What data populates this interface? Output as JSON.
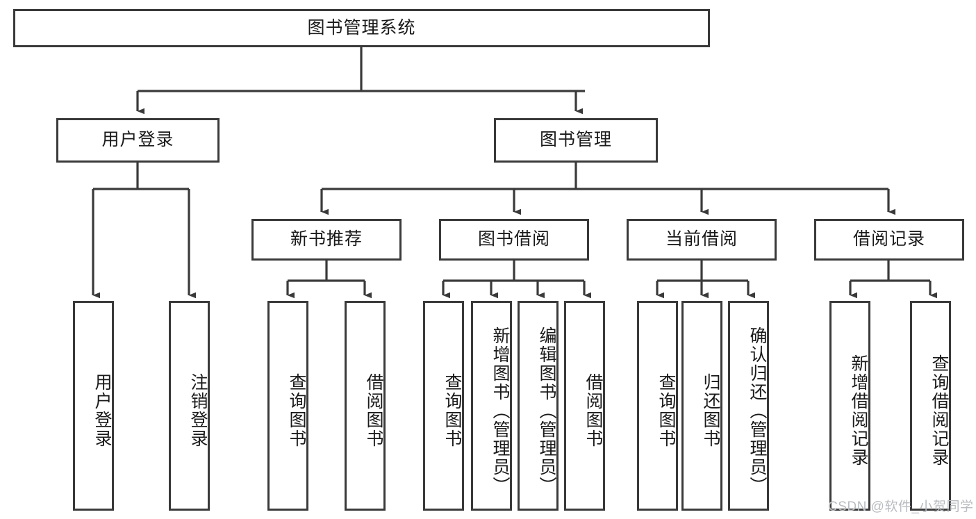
{
  "diagram": {
    "type": "tree-hierarchy-chart",
    "title": "图书管理系统",
    "watermark": "CSDN @软件_小贺同学",
    "colors": {
      "box_border": "#3a3a3a",
      "box_fill": "#ffffff",
      "connector": "#3a3a3a",
      "text": "#1a1a1a",
      "watermark": "#b9bcc0",
      "background": "#ffffff"
    },
    "nodes": {
      "root": {
        "label": "图书管理系统",
        "level": 1,
        "orientation": "horizontal"
      },
      "user_login": {
        "label": "用户登录",
        "level": 2,
        "orientation": "horizontal"
      },
      "book_manage": {
        "label": "图书管理",
        "level": 2,
        "orientation": "horizontal"
      },
      "new_book_rec": {
        "label": "新书推荐",
        "level": 3,
        "orientation": "horizontal"
      },
      "book_borrow": {
        "label": "图书借阅",
        "level": 3,
        "orientation": "horizontal"
      },
      "current_borrow": {
        "label": "当前借阅",
        "level": 3,
        "orientation": "horizontal"
      },
      "borrow_record": {
        "label": "借阅记录",
        "level": 3,
        "orientation": "horizontal"
      },
      "leaf_user_login": {
        "label": "用户登录",
        "level": 4,
        "orientation": "vertical",
        "parent": "user_login"
      },
      "leaf_logout": {
        "label": "注销登录",
        "level": 4,
        "orientation": "vertical",
        "parent": "user_login"
      },
      "leaf_query_book_1": {
        "label": "查询图书",
        "level": 4,
        "orientation": "vertical",
        "parent": "new_book_rec"
      },
      "leaf_borrow_book_1": {
        "label": "借阅图书",
        "level": 4,
        "orientation": "vertical",
        "parent": "new_book_rec"
      },
      "leaf_query_book_2": {
        "label": "查询图书",
        "level": 4,
        "orientation": "vertical",
        "parent": "book_borrow"
      },
      "leaf_add_book": {
        "label": "新增图书（管理员）",
        "level": 4,
        "orientation": "vertical",
        "parent": "book_borrow"
      },
      "leaf_edit_book": {
        "label": "编辑图书（管理员）",
        "level": 4,
        "orientation": "vertical",
        "parent": "book_borrow"
      },
      "leaf_borrow_book_2": {
        "label": "借阅图书",
        "level": 4,
        "orientation": "vertical",
        "parent": "book_borrow"
      },
      "leaf_query_book_3": {
        "label": "查询图书",
        "level": 4,
        "orientation": "vertical",
        "parent": "current_borrow"
      },
      "leaf_return_book": {
        "label": "归还图书",
        "level": 4,
        "orientation": "vertical",
        "parent": "current_borrow"
      },
      "leaf_confirm_return": {
        "label": "确认归还（管理员）",
        "level": 4,
        "orientation": "vertical",
        "parent": "current_borrow"
      },
      "leaf_add_record": {
        "label": "新增借阅记录",
        "level": 4,
        "orientation": "vertical",
        "parent": "borrow_record"
      },
      "leaf_query_record": {
        "label": "查询借阅记录",
        "level": 4,
        "orientation": "vertical",
        "parent": "borrow_record"
      }
    }
  }
}
